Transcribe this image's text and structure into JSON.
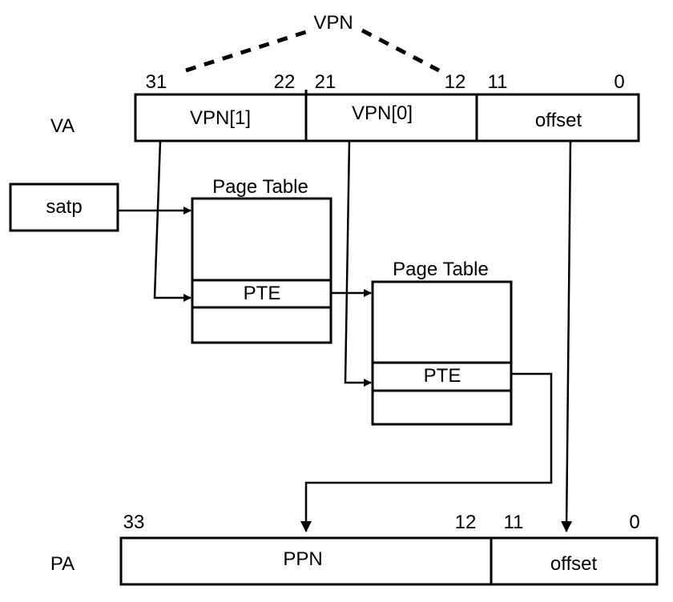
{
  "vpn_label": "VPN",
  "va": {
    "row_label": "VA",
    "bits": {
      "b31": "31",
      "b22": "22",
      "b21": "21",
      "b12": "12",
      "b11": "11",
      "b0": "0"
    },
    "fields": {
      "vpn1": "VPN[1]",
      "vpn0": "VPN[0]",
      "offset": "offset"
    }
  },
  "satp": "satp",
  "page_table_1": {
    "title": "Page Table",
    "entry": "PTE"
  },
  "page_table_2": {
    "title": "Page Table",
    "entry": "PTE"
  },
  "pa": {
    "row_label": "PA",
    "bits": {
      "b33": "33",
      "b12": "12",
      "b11": "11",
      "b0": "0"
    },
    "fields": {
      "ppn": "PPN",
      "offset": "offset"
    }
  }
}
